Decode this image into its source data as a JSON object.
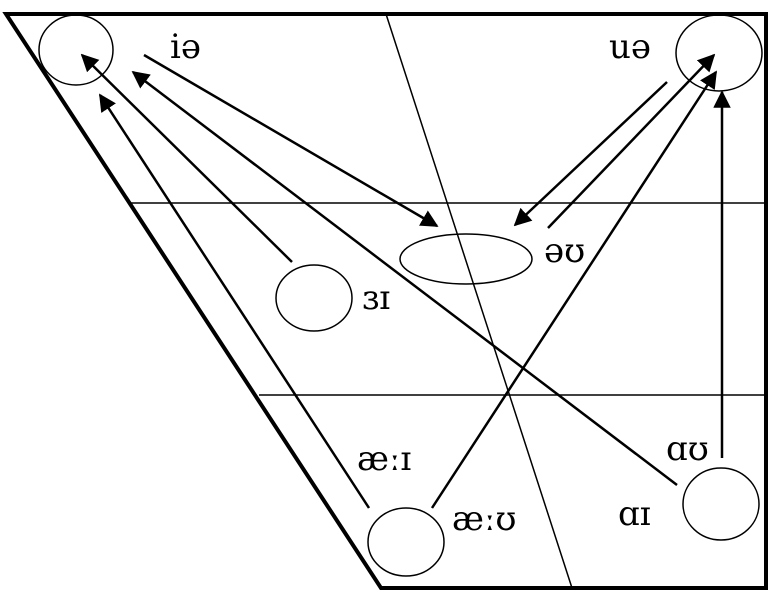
{
  "colors": {
    "background": "#ffffff",
    "ink": "#000000"
  },
  "labels": {
    "ia": "iə",
    "ua": "uə",
    "au": "əʊ",
    "oi": "ɜɪ",
    "aei": "æːɪ",
    "aeu": "æːʊ",
    "ai": "ɑɪ",
    "av": "ɑʊ"
  }
}
